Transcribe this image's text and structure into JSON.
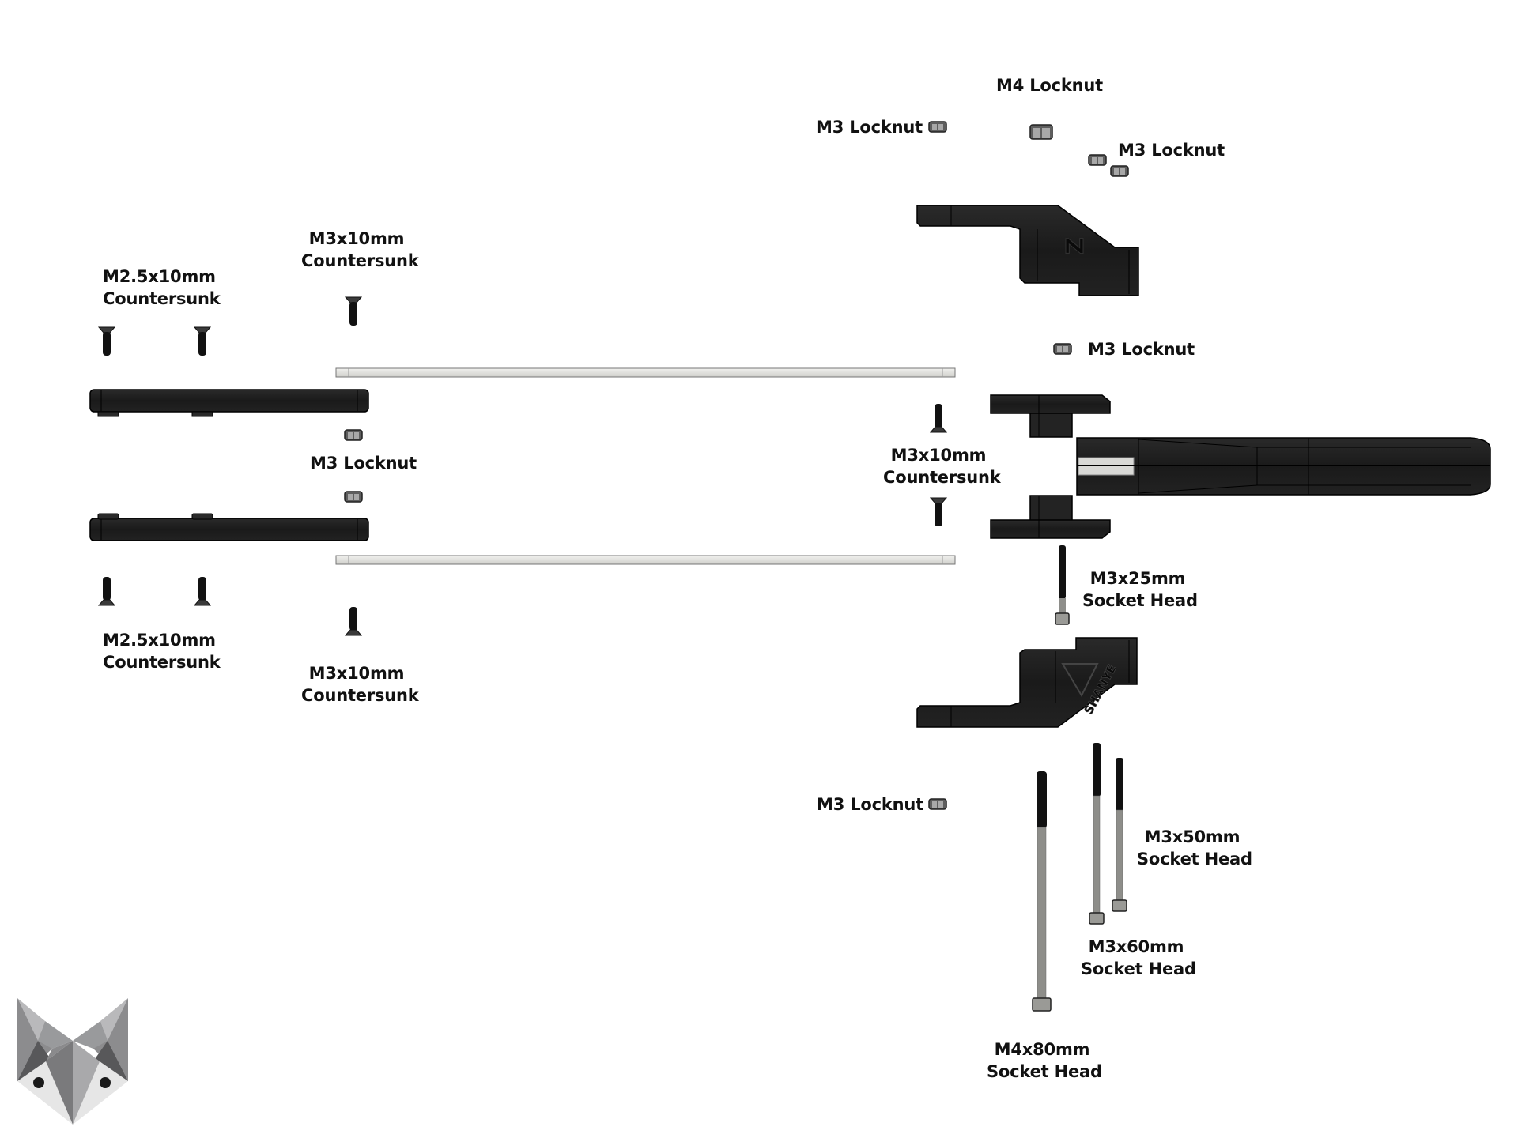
{
  "title": "Exploded assembly hardware diagram",
  "labels": {
    "m4_locknut_top": "M4 Locknut",
    "m3_locknut_top_left": "M3 Locknut",
    "m3_locknut_top_right": "M3 Locknut",
    "m3_locknut_mid_right": "M3 Locknut",
    "m3_locknut_left": "M3 Locknut",
    "m3_locknut_bottom": "M3 Locknut",
    "m25_top": {
      "line1": "M2.5x10mm",
      "line2": "Countersunk"
    },
    "m25_bottom": {
      "line1": "M2.5x10mm",
      "line2": "Countersunk"
    },
    "m3x10_top": {
      "line1": "M3x10mm",
      "line2": "Countersunk"
    },
    "m3x10_bottom": {
      "line1": "M3x10mm",
      "line2": "Countersunk"
    },
    "m3x10_center": {
      "line1": "M3x10mm",
      "line2": "Countersunk"
    },
    "m3x25": {
      "line1": "M3x25mm",
      "line2": "Socket Head"
    },
    "m3x50": {
      "line1": "M3x50mm",
      "line2": "Socket Head"
    },
    "m3x60": {
      "line1": "M3x60mm",
      "line2": "Socket Head"
    },
    "m4x80": {
      "line1": "M4x80mm",
      "line2": "Socket Head"
    }
  },
  "part_engravings": {
    "upper_clip": "Z",
    "lower_clip": "SHANYE"
  },
  "colors": {
    "part_black": "#1c1c1c",
    "part_edge": "#000000",
    "rod_fill": "#dcdcd8",
    "screw_shank": "#8e8e8a",
    "nut_fill": "#6e6e6e",
    "logo_light": "#e6e6e6",
    "logo_mid": "#9a9a9c",
    "logo_dark": "#5a5a5c"
  }
}
